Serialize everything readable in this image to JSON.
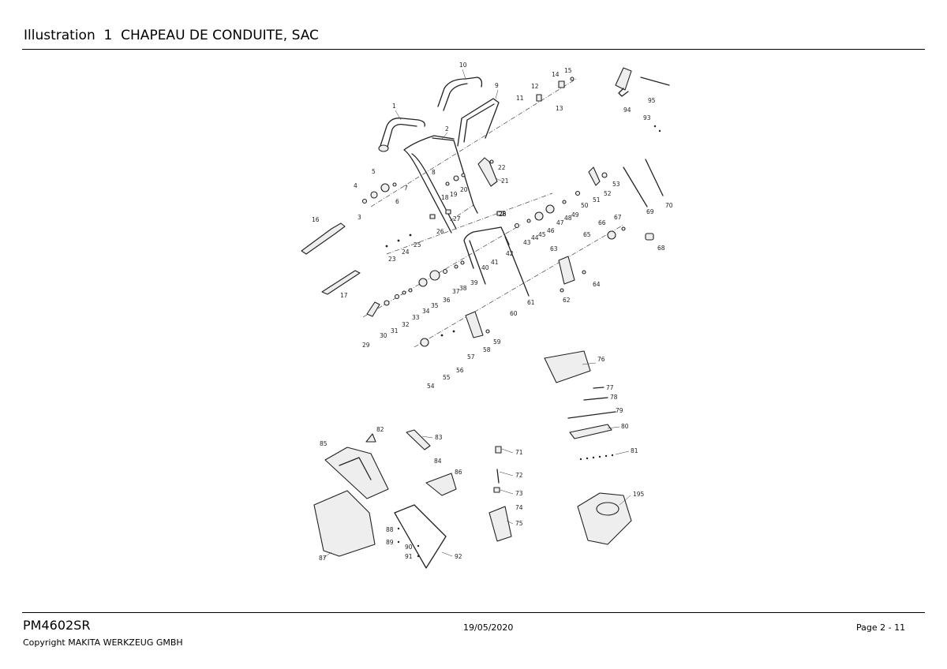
{
  "header": {
    "title": "Illustration  1  CHAPEAU DE CONDUITE, SAC"
  },
  "footer": {
    "model": "PM4602SR",
    "copyright": "Copyright MAKITA WERKZEUG GMBH",
    "date": "19/05/2020",
    "page": "Page 2 - 11"
  },
  "diagram": {
    "callouts": [
      "1",
      "2",
      "3",
      "4",
      "5",
      "6",
      "7",
      "8",
      "9",
      "10",
      "11",
      "12",
      "13",
      "14",
      "15",
      "16",
      "17",
      "18",
      "19",
      "20",
      "21",
      "22",
      "23",
      "24",
      "25",
      "26",
      "26",
      "27",
      "28",
      "29",
      "30",
      "31",
      "32",
      "33",
      "34",
      "35",
      "36",
      "37",
      "38",
      "39",
      "40",
      "41",
      "42",
      "43",
      "44",
      "45",
      "46",
      "47",
      "48",
      "49",
      "50",
      "51",
      "52",
      "53",
      "54",
      "55",
      "56",
      "57",
      "58",
      "59",
      "60",
      "61",
      "62",
      "63",
      "64",
      "65",
      "66",
      "67",
      "68",
      "69",
      "70",
      "71",
      "72",
      "73",
      "74",
      "75",
      "76",
      "77",
      "78",
      "79",
      "80",
      "81",
      "82",
      "83",
      "84",
      "85",
      "86",
      "87",
      "88",
      "89",
      "90",
      "91",
      "92",
      "93",
      "94",
      "95",
      "195"
    ]
  }
}
